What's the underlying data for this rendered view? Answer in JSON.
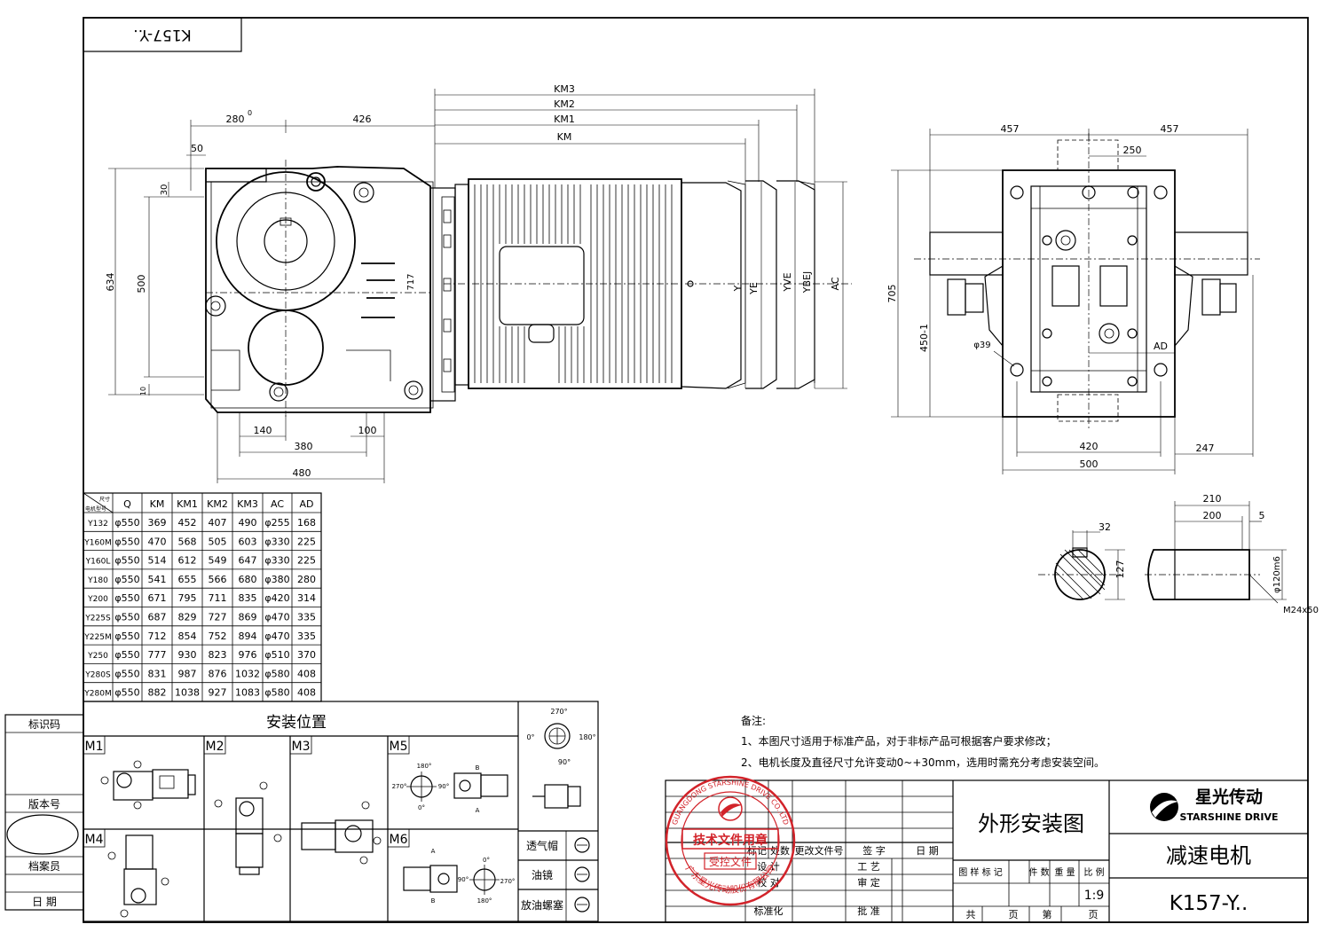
{
  "top_left_code": "K157-Y..",
  "front_view": {
    "dims": {
      "d280": "280",
      "d280_tol": "0",
      "d426": "426",
      "d50": "50",
      "d30": "30",
      "d634": "634",
      "d500": "500",
      "d10": "10",
      "d717": "717",
      "d140": "140",
      "d380": "380",
      "d100": "100",
      "d480": "480"
    },
    "km_labels": [
      "KM3",
      "KM2",
      "KM1",
      "KM"
    ],
    "vert_labels": [
      "Y",
      "YE",
      "YVE",
      "YBEJ",
      "AC"
    ]
  },
  "side_view": {
    "dims": {
      "d457l": "457",
      "d457r": "457",
      "d250": "250",
      "d705": "705",
      "d450": "450-1",
      "d39": "φ39",
      "dAD": "AD",
      "d420": "420",
      "d500": "500",
      "d247": "247"
    }
  },
  "shaft_detail": {
    "d32": "32",
    "d127": "127",
    "d210": "210",
    "d200": "200",
    "d5": "5",
    "d120": "φ120m6",
    "thread": "M24x50"
  },
  "table": {
    "corner_top": "尺寸",
    "corner_bottom": "电机型号",
    "headers": [
      "Q",
      "KM",
      "KM1",
      "KM2",
      "KM3",
      "AC",
      "AD"
    ],
    "rows": [
      [
        "Y132",
        "φ550",
        "369",
        "452",
        "407",
        "490",
        "φ255",
        "168"
      ],
      [
        "Y160M",
        "φ550",
        "470",
        "568",
        "505",
        "603",
        "φ330",
        "225"
      ],
      [
        "Y160L",
        "φ550",
        "514",
        "612",
        "549",
        "647",
        "φ330",
        "225"
      ],
      [
        "Y180",
        "φ550",
        "541",
        "655",
        "566",
        "680",
        "φ380",
        "280"
      ],
      [
        "Y200",
        "φ550",
        "671",
        "795",
        "711",
        "835",
        "φ420",
        "314"
      ],
      [
        "Y225S",
        "φ550",
        "687",
        "829",
        "727",
        "869",
        "φ470",
        "335"
      ],
      [
        "Y225M",
        "φ550",
        "712",
        "854",
        "752",
        "894",
        "φ470",
        "335"
      ],
      [
        "Y250",
        "φ550",
        "777",
        "930",
        "823",
        "976",
        "φ510",
        "370"
      ],
      [
        "Y280S",
        "φ550",
        "831",
        "987",
        "876",
        "1032",
        "φ580",
        "408"
      ],
      [
        "Y280M",
        "φ550",
        "882",
        "1038",
        "927",
        "1083",
        "φ580",
        "408"
      ]
    ]
  },
  "left_strip": [
    "标识码",
    "版本号",
    "档案员",
    "日 期"
  ],
  "mounting": {
    "title": "安装位置",
    "labels": [
      "M1",
      "M2",
      "M3",
      "M4",
      "M5",
      "M6"
    ],
    "angles": [
      "270°",
      "0°",
      "180°",
      "90°"
    ],
    "angles2": [
      "180°",
      "270°",
      "90°",
      "0°",
      "A",
      "B"
    ],
    "legend": [
      "透气帽",
      "油镜",
      "放油螺塞"
    ]
  },
  "notes": {
    "title": "备注:",
    "lines": [
      "1、本图尺寸适用于标准产品，对于非标产品可根据客户要求修改；",
      "2、电机长度及直径尺寸允许变动0~+30mm，选用时需充分考虑安装空间。"
    ]
  },
  "title_block": {
    "drawing_title": "外形安装图",
    "product": "减速电机",
    "model": "K157-Y..",
    "company_cn": "星光传动",
    "company_en": "STARSHINE DRIVE",
    "row_labels": [
      "标记",
      "处数",
      "更改文件号",
      "签 字",
      "日 期"
    ],
    "roles": [
      "设 计",
      "工 艺",
      "校 对",
      "审 定",
      "标准化",
      "批 准"
    ],
    "stage_labels": [
      "图 样 标 记",
      "件 数",
      "重 量",
      "比 例"
    ],
    "scale": "1:9",
    "sheet": [
      "共",
      "页",
      "第",
      "页"
    ]
  },
  "stamp": {
    "line1": "技术文件用章",
    "line2": "受控文件",
    "ring_top": "GUANGDONG STARSHINE DRIVE CO.,LTD",
    "ring_bottom": "广东星光传动股份有限公司",
    "color": "#d2232a"
  }
}
